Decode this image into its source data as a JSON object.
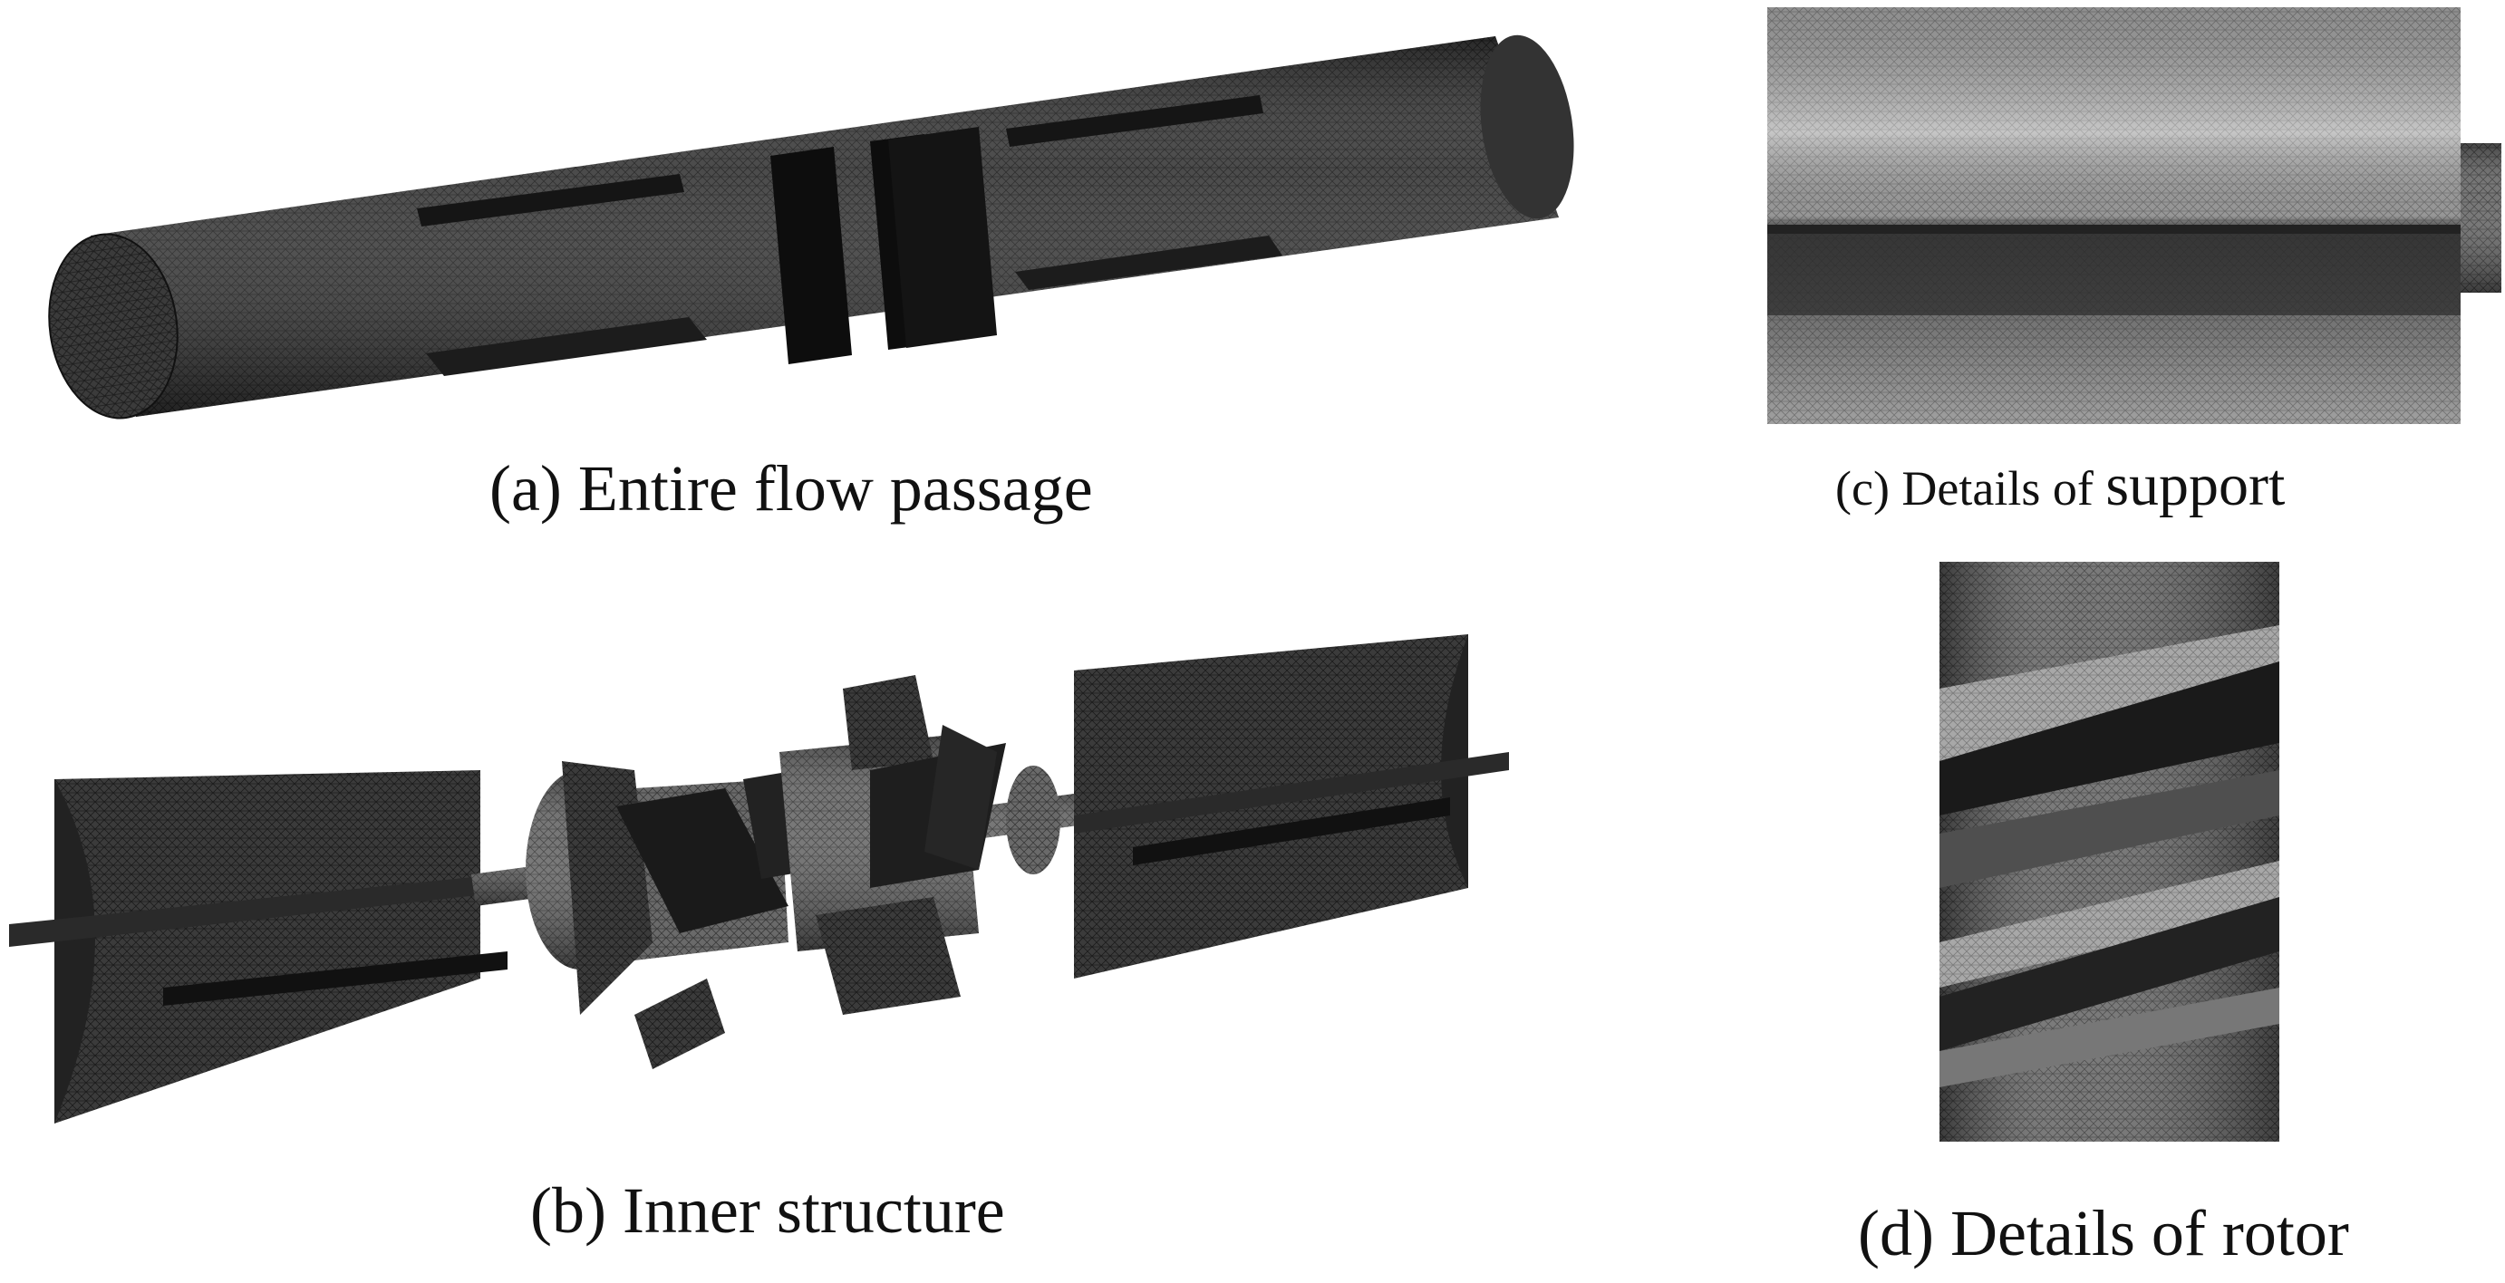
{
  "captions": {
    "a": "(a) Entire flow passage",
    "b": "(b) Inner structure",
    "c_prefix": "(c) Details of ",
    "c_suffix": "support",
    "d": "(d) Details of rotor"
  },
  "colors": {
    "mesh_dark": "#2a2a2a",
    "mesh_mid": "#4a4a4a",
    "mesh_light": "#b0b0b0",
    "background": "#ffffff"
  }
}
